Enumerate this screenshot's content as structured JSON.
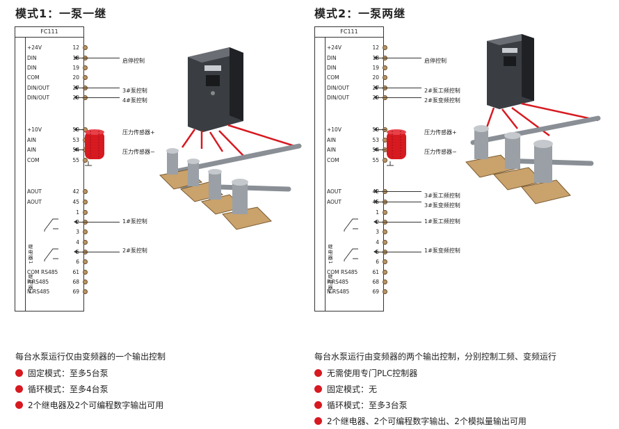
{
  "mode1": {
    "title": "模式1：一泵一继",
    "device": "FC111",
    "terminals": [
      {
        "label": "+24V",
        "num": "12"
      },
      {
        "label": "DIN",
        "num": "18"
      },
      {
        "label": "DIN",
        "num": "19"
      },
      {
        "label": "COM",
        "num": "20"
      },
      {
        "label": "DIN/OUT",
        "num": "27"
      },
      {
        "label": "DIN/OUT",
        "num": "29"
      },
      {
        "label": "+10V",
        "num": "50"
      },
      {
        "label": "AIN",
        "num": "53"
      },
      {
        "label": "AIN",
        "num": "54"
      },
      {
        "label": "COM",
        "num": "55"
      },
      {
        "label": "AOUT",
        "num": "42"
      },
      {
        "label": "AOUT",
        "num": "45"
      },
      {
        "label": "",
        "num": "1"
      },
      {
        "label": "",
        "num": "2"
      },
      {
        "label": "",
        "num": "3"
      },
      {
        "label": "",
        "num": "4"
      },
      {
        "label": "",
        "num": "5"
      },
      {
        "label": "",
        "num": "6"
      },
      {
        "label": "COM RS485",
        "num": "61"
      },
      {
        "label": "P RS485",
        "num": "68"
      },
      {
        "label": "N RS485",
        "num": "69"
      }
    ],
    "relay1_label": "继电器1",
    "relay2_label": "继电器2",
    "signals": {
      "t18": "启停控制",
      "t27": "3#泵控制",
      "t29": "4#泵控制",
      "t50": "压力传感器+",
      "t54": "压力传感器−",
      "r1": "1#泵控制",
      "r2": "2#泵控制"
    },
    "description": "每台水泵运行仅由变频器的一个输出控制",
    "bullets": [
      "固定模式：至多5台泵",
      "循环模式：至多4台泵",
      "2个继电器及2个可编程数字输出可用"
    ]
  },
  "mode2": {
    "title": "模式2：一泵两继",
    "device": "FC111",
    "terminals": [
      {
        "label": "+24V",
        "num": "12"
      },
      {
        "label": "DIN",
        "num": "18"
      },
      {
        "label": "DIN",
        "num": "19"
      },
      {
        "label": "COM",
        "num": "20"
      },
      {
        "label": "DIN/OUT",
        "num": "27"
      },
      {
        "label": "DIN/OUT",
        "num": "29"
      },
      {
        "label": "+10V",
        "num": "50"
      },
      {
        "label": "AIN",
        "num": "53"
      },
      {
        "label": "AIN",
        "num": "54"
      },
      {
        "label": "COM",
        "num": "55"
      },
      {
        "label": "AOUT",
        "num": "42"
      },
      {
        "label": "AOUT",
        "num": "45"
      },
      {
        "label": "",
        "num": "1"
      },
      {
        "label": "",
        "num": "2"
      },
      {
        "label": "",
        "num": "3"
      },
      {
        "label": "",
        "num": "4"
      },
      {
        "label": "",
        "num": "5"
      },
      {
        "label": "",
        "num": "6"
      },
      {
        "label": "COM RS485",
        "num": "61"
      },
      {
        "label": "P RS485",
        "num": "68"
      },
      {
        "label": "N RS485",
        "num": "69"
      }
    ],
    "relay1_label": "继电器1",
    "relay2_label": "继电器2",
    "signals": {
      "t18": "启停控制",
      "t27": "2#泵工频控制",
      "t29": "2#泵变频控制",
      "t50": "压力传感器+",
      "t54": "压力传感器−",
      "t42": "3#泵工频控制",
      "t45": "3#泵变频控制",
      "r1": "1#泵工频控制",
      "r2": "1#泵变频控制"
    },
    "description": "每台水泵运行由变频器的两个输出控制，分别控制工频、变频运行",
    "bullets": [
      "无需使用专门PLC控制器",
      " 固定模式：无",
      "循环模式：至多3台泵",
      "2个继电器、2个可编程数字输出、2个模拟量输出可用"
    ]
  },
  "colors": {
    "bullet": "#d71920",
    "sensor": "#d71920",
    "terminal": "#b89464",
    "cable": "#d71920"
  }
}
